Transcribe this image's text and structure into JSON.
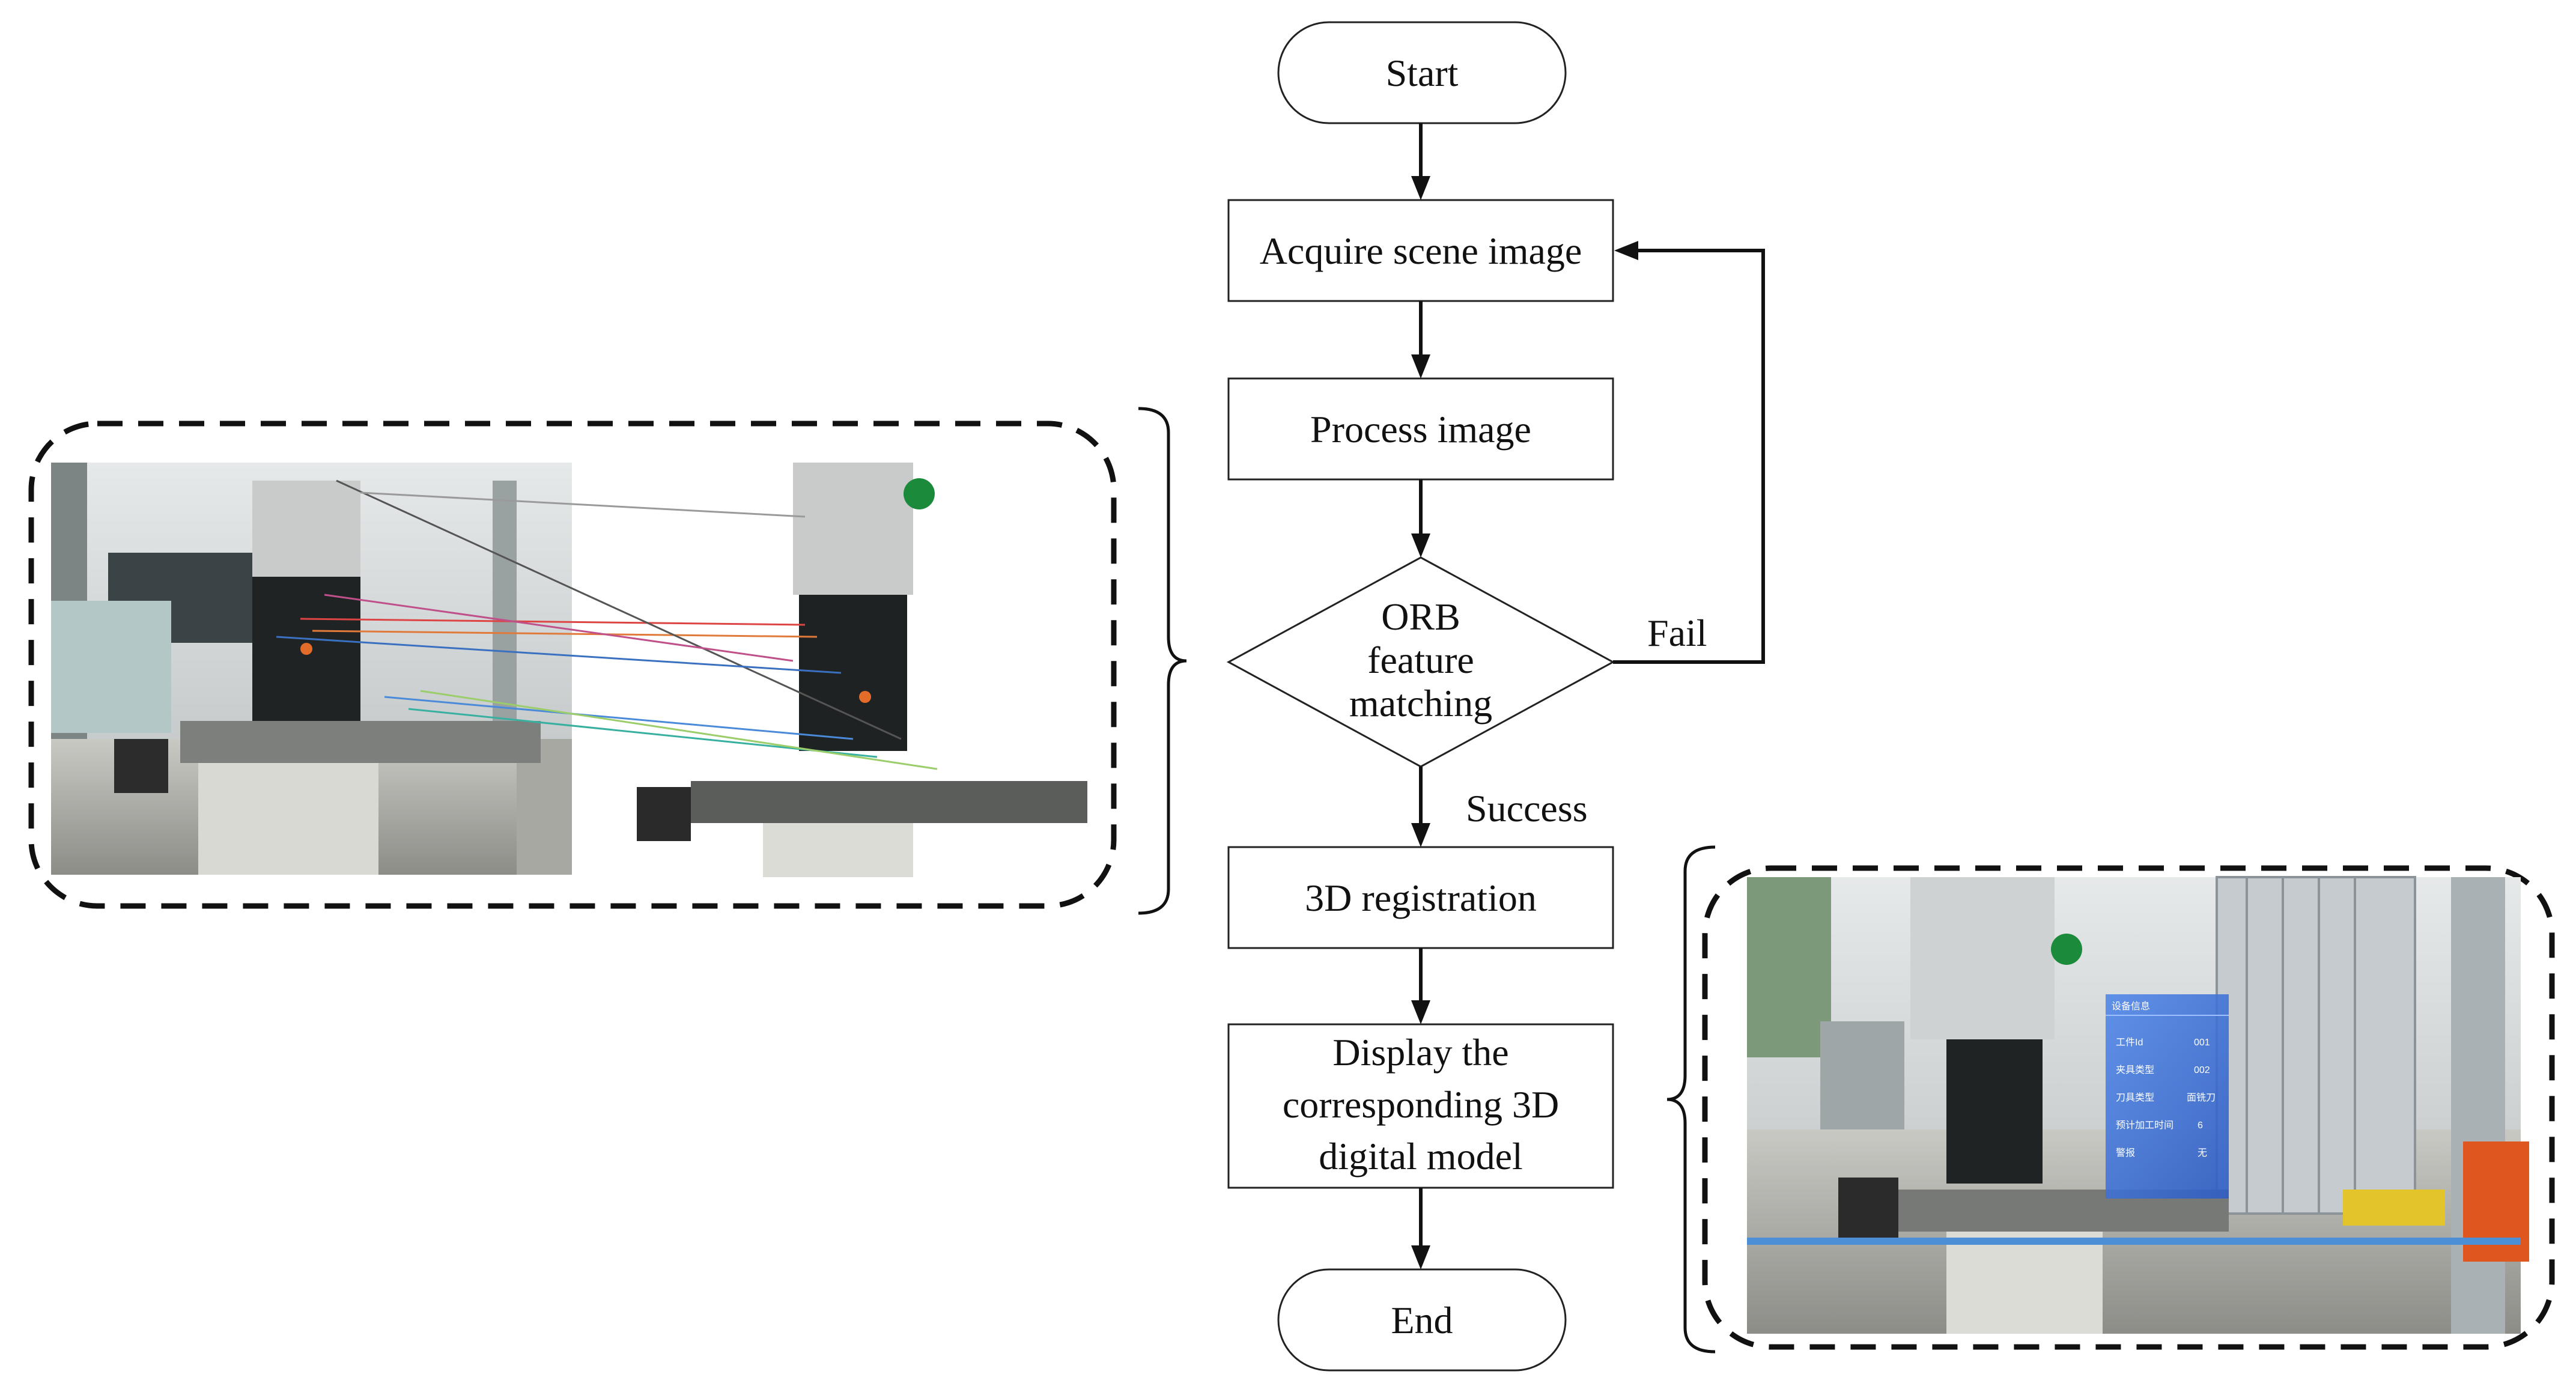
{
  "flowchart": {
    "start": "Start",
    "acquire": "Acquire scene image",
    "process": "Process image",
    "decision": [
      "ORB",
      "feature",
      "matching"
    ],
    "fail": "Fail",
    "success": "Success",
    "registration": "3D registration",
    "display": [
      "Display  the",
      "corresponding 3D",
      "digital model"
    ],
    "end": "End"
  },
  "ar_panel": {
    "title": "设备信息",
    "rows": [
      {
        "label": "工件Id",
        "value": "001"
      },
      {
        "label": "夹具类型",
        "value": "002"
      },
      {
        "label": "刀具类型",
        "value": "面铣刀"
      },
      {
        "label": "预计加工时间",
        "value": "6"
      },
      {
        "label": "警报",
        "value": "无"
      }
    ]
  },
  "colors": {
    "line": "#111111",
    "box_stroke": "#222222",
    "panel": "#3b6fd6"
  }
}
